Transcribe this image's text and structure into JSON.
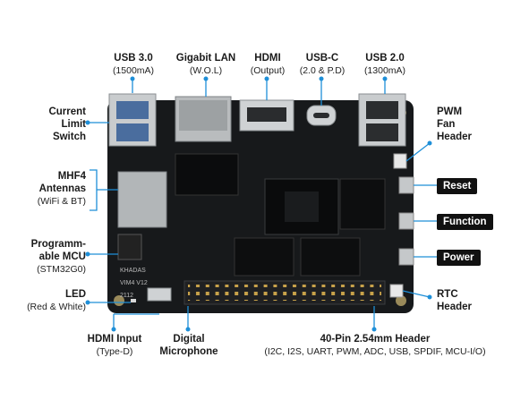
{
  "labels": {
    "usb3": {
      "title": "USB 3.0",
      "sub": "(1500mA)"
    },
    "lan": {
      "title": "Gigabit LAN",
      "sub": "(W.O.L)"
    },
    "hdmi": {
      "title": "HDMI",
      "sub": "(Output)"
    },
    "usbc": {
      "title": "USB-C",
      "sub": "(2.0 & P.D)"
    },
    "usb2": {
      "title": "USB 2.0",
      "sub": "(1300mA)"
    },
    "current_limit": {
      "l1": "Current",
      "l2": "Limit",
      "l3": "Switch"
    },
    "mhf4": {
      "l1": "MHF4",
      "l2": "Antennas",
      "l3": "(WiFi & BT)"
    },
    "mcu": {
      "l1": "Programm-",
      "l2": "able MCU",
      "l3": "(STM32G0)"
    },
    "led": {
      "l1": "LED",
      "l2": "(Red & White)"
    },
    "hdmi_input": {
      "title": "HDMI Input",
      "sub": "(Type-D)"
    },
    "digital_mic": {
      "l1": "Digital",
      "l2": "Microphone"
    },
    "header40": {
      "title": "40-Pin 2.54mm Header",
      "sub": "(I2C, I2S, UART, PWM, ADC, USB, SPDIF, MCU-I/O)"
    },
    "pwm_fan": {
      "l1": "PWM",
      "l2": "Fan",
      "l3": "Header"
    },
    "rtc": {
      "l1": "RTC",
      "l2": "Header"
    },
    "reset": "Reset",
    "function": "Function",
    "power": "Power"
  },
  "board_silkscreen": {
    "brand": "KHADAS",
    "model": "VIM4  V12",
    "date": "2112"
  },
  "colors": {
    "accent": "#1e8fd8",
    "board": "#16181a",
    "tag_bg": "#111111"
  }
}
